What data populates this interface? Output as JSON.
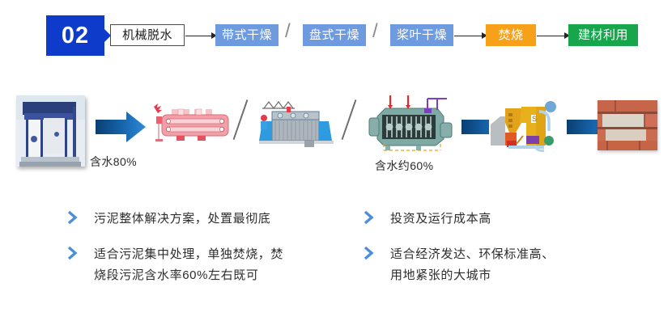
{
  "flow": {
    "badge": "02",
    "nodes": [
      {
        "label": "机械脱水",
        "style": "white"
      },
      {
        "label": "带式干燥",
        "style": "blue"
      },
      {
        "label": "盘式干燥",
        "style": "blue"
      },
      {
        "label": "桨叶干燥",
        "style": "blue"
      },
      {
        "label": "焚烧",
        "style": "orange"
      },
      {
        "label": "建材利用",
        "style": "green"
      }
    ],
    "separator": "/",
    "colors": {
      "badge": "#0F3BCB",
      "blue": "#6E9BE0",
      "orange": "#F7A11A",
      "green": "#18A64C",
      "white_border": "#4a4a4a",
      "arrow_line": "#262626"
    }
  },
  "process": {
    "labels": {
      "moisture_1": "含水80%",
      "moisture_2": "含水约60%"
    },
    "separator": "/",
    "stages": [
      {
        "name": "belt-filter-press-photo",
        "kind": "photo"
      },
      {
        "name": "belt-dryer-diagram",
        "kind": "diagram"
      },
      {
        "name": "disc-dryer-diagram",
        "kind": "diagram"
      },
      {
        "name": "paddle-dryer-diagram",
        "kind": "diagram"
      },
      {
        "name": "incinerator-diagram",
        "kind": "diagram"
      },
      {
        "name": "brick-product-photo",
        "kind": "photo"
      }
    ],
    "arrow_color_dark": "#0B4F8F",
    "arrow_color_light": "#2D84D8"
  },
  "bullets": {
    "chevron_color": "#4A90D9",
    "left": [
      {
        "lines": [
          "污泥整体解决方案，处置最彻底"
        ]
      },
      {
        "lines": [
          "适合污泥集中处理，单独焚烧，焚",
          "烧段污泥含水率60%左右既可"
        ]
      }
    ],
    "right": [
      {
        "lines": [
          "投资及运行成本高"
        ]
      },
      {
        "lines": [
          "适合经济发达、环保标准高、",
          "用地紧张的大城市"
        ]
      }
    ]
  }
}
